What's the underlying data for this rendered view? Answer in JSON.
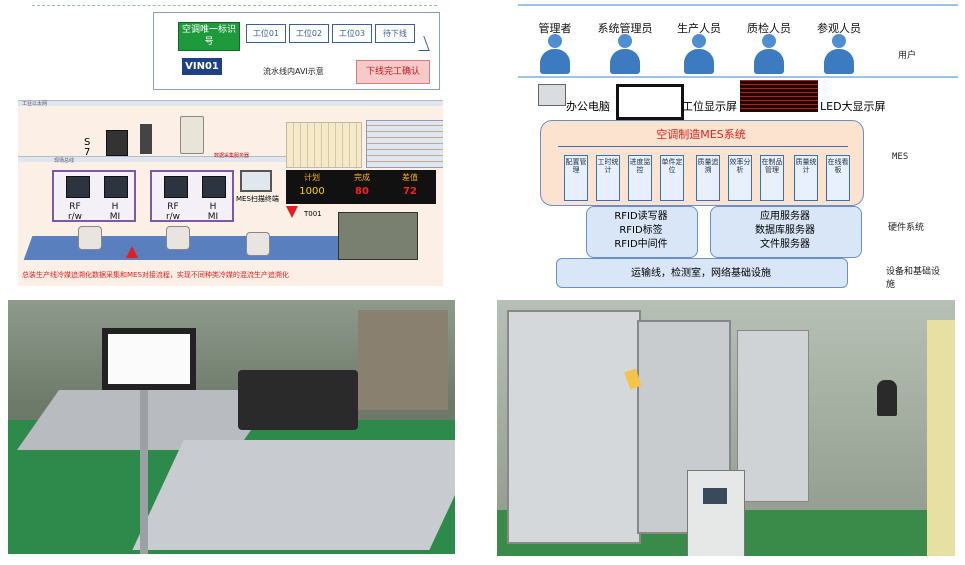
{
  "top_left": {
    "product_id_label": "空调唯一标识号",
    "vin_label": "VIN01",
    "workstations": [
      "工位01",
      "工位02",
      "工位03",
      "待下线"
    ],
    "avi_caption": "流水线内AVI示意",
    "offline_confirm": "下线完工确认",
    "header_strip_text": "工业以太网",
    "field_bus_text": "现场总线",
    "s7_label": "S\n7",
    "rfid_left_text": "RF\nr/w",
    "hmi_left_text": "H\nMI",
    "rfid_right_text": "RF\nr/w",
    "hmi_right_text": "H\nMI",
    "server_caption": "数据采集服务器",
    "mes_terminal_label": "MES扫描终端",
    "board": {
      "headers": [
        "计划",
        "完成",
        "差值"
      ],
      "values": [
        "1000",
        "80",
        "72"
      ]
    },
    "tag_label": "T001",
    "footer_caption": "总装生产线冷媒追溯化数据采集和MES对接流程，实现不同种类冷媒的混流生产追溯化"
  },
  "top_right": {
    "users": [
      "管理者",
      "系统管理员",
      "生产人员",
      "质检人员",
      "参观人员"
    ],
    "layer_users": "用户",
    "devices": [
      "办公电脑",
      "工位显示屏",
      "LED大显示屏"
    ],
    "mes_title": "空调制造MES系统",
    "modules": [
      "配置管理",
      "工时统计",
      "进度监控",
      "单件定位",
      "质量追溯",
      "效率分析",
      "在制品管理",
      "质量统计",
      "在线看板"
    ],
    "layer_mes": "MES",
    "rfid_box": [
      "RFID读写器",
      "RFID标签",
      "RFID中间件"
    ],
    "server_box": [
      "应用服务器",
      "数据库服务器",
      "文件服务器"
    ],
    "layer_hw": "硬件系统",
    "infra": "运输线，检测室，网络基础设施",
    "layer_infra": "设备和基础设施"
  },
  "colors": {
    "green_btn": "#1e9a3c",
    "navy_btn": "#1f3f86",
    "pink_btn": "#f7c9c9",
    "mes_box": "#fbe3cf",
    "hw_box": "#d9e6f7",
    "purple_border": "#7a5aa6",
    "alert_red": "#e21f1f"
  }
}
